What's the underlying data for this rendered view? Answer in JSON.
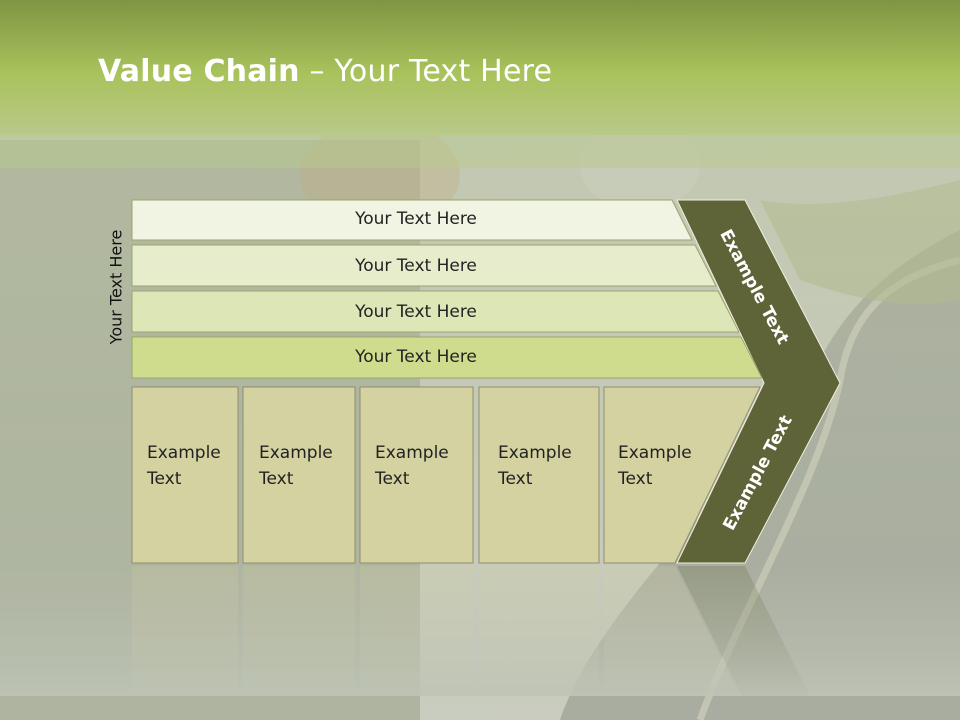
{
  "title": {
    "bold": "Value Chain",
    "rest": " – Your Text Here"
  },
  "side_label": "Your Text Here",
  "rows": [
    {
      "label": "Your Text Here"
    },
    {
      "label": "Your Text Here"
    },
    {
      "label": "Your Text Here"
    },
    {
      "label": "Your Text Here"
    }
  ],
  "boxes": [
    {
      "line1": "Example",
      "line2": "Text"
    },
    {
      "line1": "Example",
      "line2": "Text"
    },
    {
      "line1": "Example",
      "line2": "Text"
    },
    {
      "line1": "Example",
      "line2": "Text"
    },
    {
      "line1": "Example",
      "line2": "Text"
    }
  ],
  "chevron": {
    "upper": "Example Text",
    "lower": "Example Text"
  },
  "colors": {
    "title_band": "#a9c35c",
    "chevron": "#5f6338",
    "row1": "#f1f4e3",
    "row2": "#e7eccc",
    "row3": "#dde6b7",
    "row4": "#cfdc8d",
    "box": "#d4d2a0"
  }
}
